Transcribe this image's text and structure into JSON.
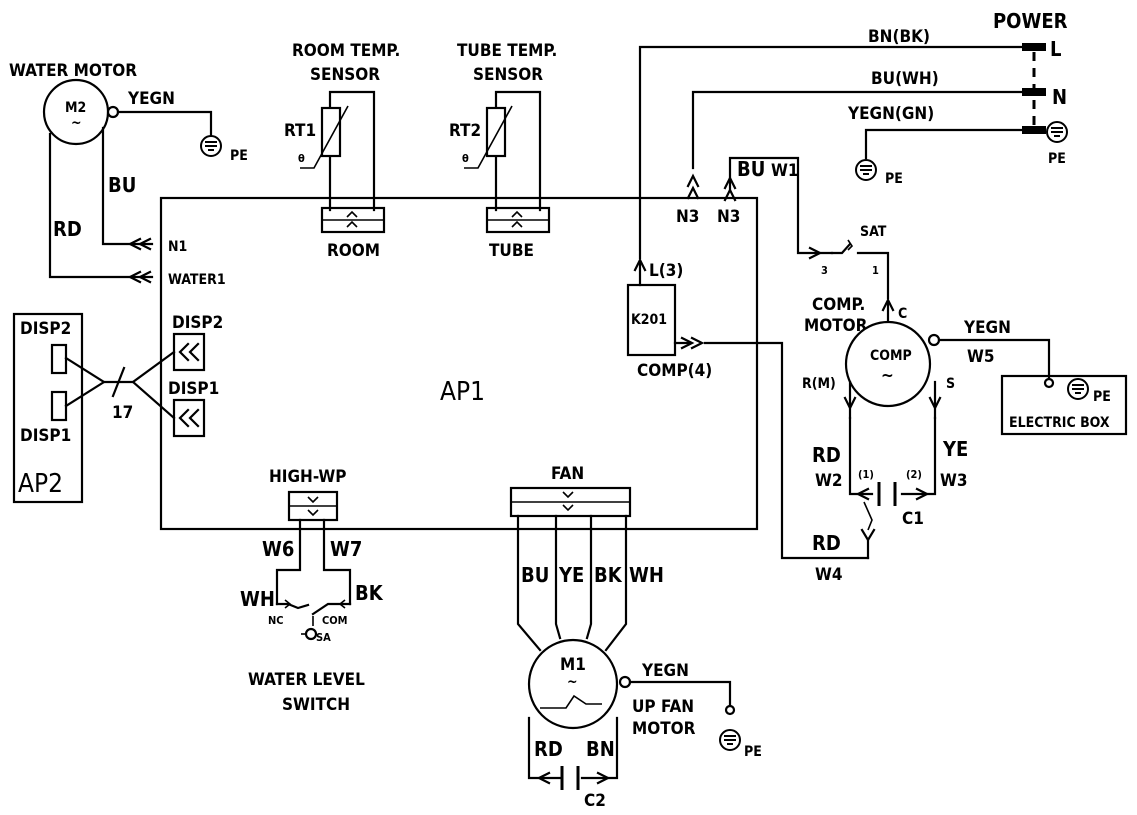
{
  "power": {
    "title": "POWER",
    "l": "L",
    "n": "N",
    "bn": "BN(BK)",
    "bu": "BU(WH)",
    "yegn": "YEGN(GN)",
    "pe_power": "PE",
    "pe_ground": "PE"
  },
  "water_motor": {
    "title": "WATER MOTOR",
    "m": "M2",
    "tilde": "~",
    "yegn": "YEGN",
    "pe": "PE",
    "bu": "BU",
    "rd": "RD"
  },
  "sensors": {
    "room_title_1": "ROOM TEMP.",
    "room_title_2": "SENSOR",
    "rt1": "RT1",
    "theta1": "θ",
    "room": "ROOM",
    "tube_title_1": "TUBE TEMP.",
    "tube_title_2": "SENSOR",
    "rt2": "RT2",
    "theta2": "θ",
    "tube": "TUBE"
  },
  "board": {
    "name": "AP1",
    "n1": "N1",
    "water1": "WATER1",
    "disp2": "DISP2",
    "disp1": "DISP1",
    "n3_a": "N3",
    "n3_b": "N3",
    "l3": "L(3)",
    "k201": "K201",
    "comp4": "COMP(4)",
    "high_wp": "HIGH-WP",
    "fan": "FAN"
  },
  "display": {
    "name": "AP2",
    "disp2": "DISP2",
    "disp1": "DISP1",
    "count": "17"
  },
  "compressor": {
    "bu_w1": "BU",
    "w1": "W1",
    "sat": "SAT",
    "pin3": "3",
    "pin1": "1",
    "title_1": "COMP.",
    "title_2": "MOTOR",
    "c": "C",
    "comp": "COMP",
    "tilde": "~",
    "rm": "R(M)",
    "s": "S",
    "yegn": "YEGN",
    "w5": "W5",
    "rd": "RD",
    "w2": "W2",
    "ye": "YE",
    "w3": "W3",
    "cap_1": "(1)",
    "cap_2": "(2)",
    "c1": "C1",
    "rd_w4": "RD",
    "w4": "W4"
  },
  "electric_box": {
    "label": "ELECTRIC BOX",
    "pe": "PE"
  },
  "water_level": {
    "w6": "W6",
    "w7": "W7",
    "wh": "WH",
    "bk": "BK",
    "nc": "NC",
    "com": "COM",
    "sa": "SA",
    "title_1": "WATER  LEVEL",
    "title_2": "SWITCH"
  },
  "fan_motor": {
    "bu": "BU",
    "ye": "YE",
    "bk": "BK",
    "wh": "WH",
    "m": "M1",
    "tilde": "~",
    "yegn": "YEGN",
    "title_1": "UP  FAN",
    "title_2": "MOTOR",
    "pe": "PE",
    "rd": "RD",
    "bn": "BN",
    "c2": "C2"
  }
}
